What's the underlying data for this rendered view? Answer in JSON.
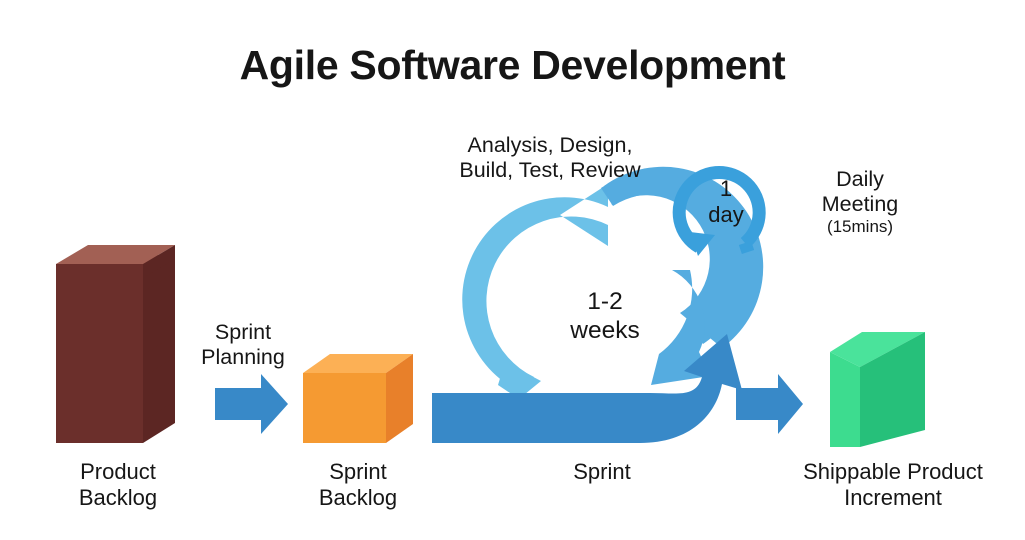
{
  "page": {
    "title": "Agile Software Development",
    "background_color": "#ffffff",
    "text_color": "#161616"
  },
  "diagram": {
    "type": "process-flow",
    "name": "agile-software-development-cycle",
    "labels": {
      "phases": "Analysis, Design,\nBuild, Test, Review",
      "daily_meeting": "Daily\nMeeting",
      "daily_meeting_duration": "(15mins)",
      "one_day": "1\nday",
      "sprint_duration": "1-2\nweeks",
      "sprint_planning": "Sprint\nPlanning",
      "product_backlog": "Product\nBacklog",
      "sprint_backlog": "Sprint\nBacklog",
      "sprint": "Sprint",
      "shippable_product_increment": "Shippable Product\nIncrement"
    },
    "colors": {
      "light_blue": "#6cc1e8",
      "medium_blue": "#55ace0",
      "arrow_blue": "#3889c8",
      "ring_blue": "#3aa0dc",
      "backlog_front": "#6b2f2b",
      "backlog_side": "#8a473f",
      "backlog_top": "#9a564b",
      "sprint_front": "#f59a32",
      "sprint_side": "#e8802a",
      "sprint_top": "#faa946",
      "increment_left": "#3ddc8f",
      "increment_front": "#26c07a",
      "increment_top": "#4ae39b"
    },
    "stages": [
      {
        "id": "product-backlog",
        "label": "Product Backlog",
        "shape": "stacked-boxes",
        "layers": 9,
        "color": "#6b2f2b"
      },
      {
        "id": "sprint-planning",
        "label": "Sprint Planning",
        "shape": "arrow-right",
        "color": "#3889c8"
      },
      {
        "id": "sprint-backlog",
        "label": "Sprint Backlog",
        "shape": "stacked-boxes",
        "layers": 3,
        "color": "#f59a32"
      },
      {
        "id": "sprint",
        "label": "Sprint",
        "shape": "circular-cycle",
        "duration": "1-2 weeks"
      },
      {
        "id": "daily-meeting",
        "label": "Daily Meeting",
        "shape": "circular-arrow",
        "duration": "1 day",
        "note": "(15mins)"
      },
      {
        "id": "shippable-increment",
        "label": "Shippable Product Increment",
        "shape": "cube",
        "color": "#26c07a"
      }
    ]
  }
}
